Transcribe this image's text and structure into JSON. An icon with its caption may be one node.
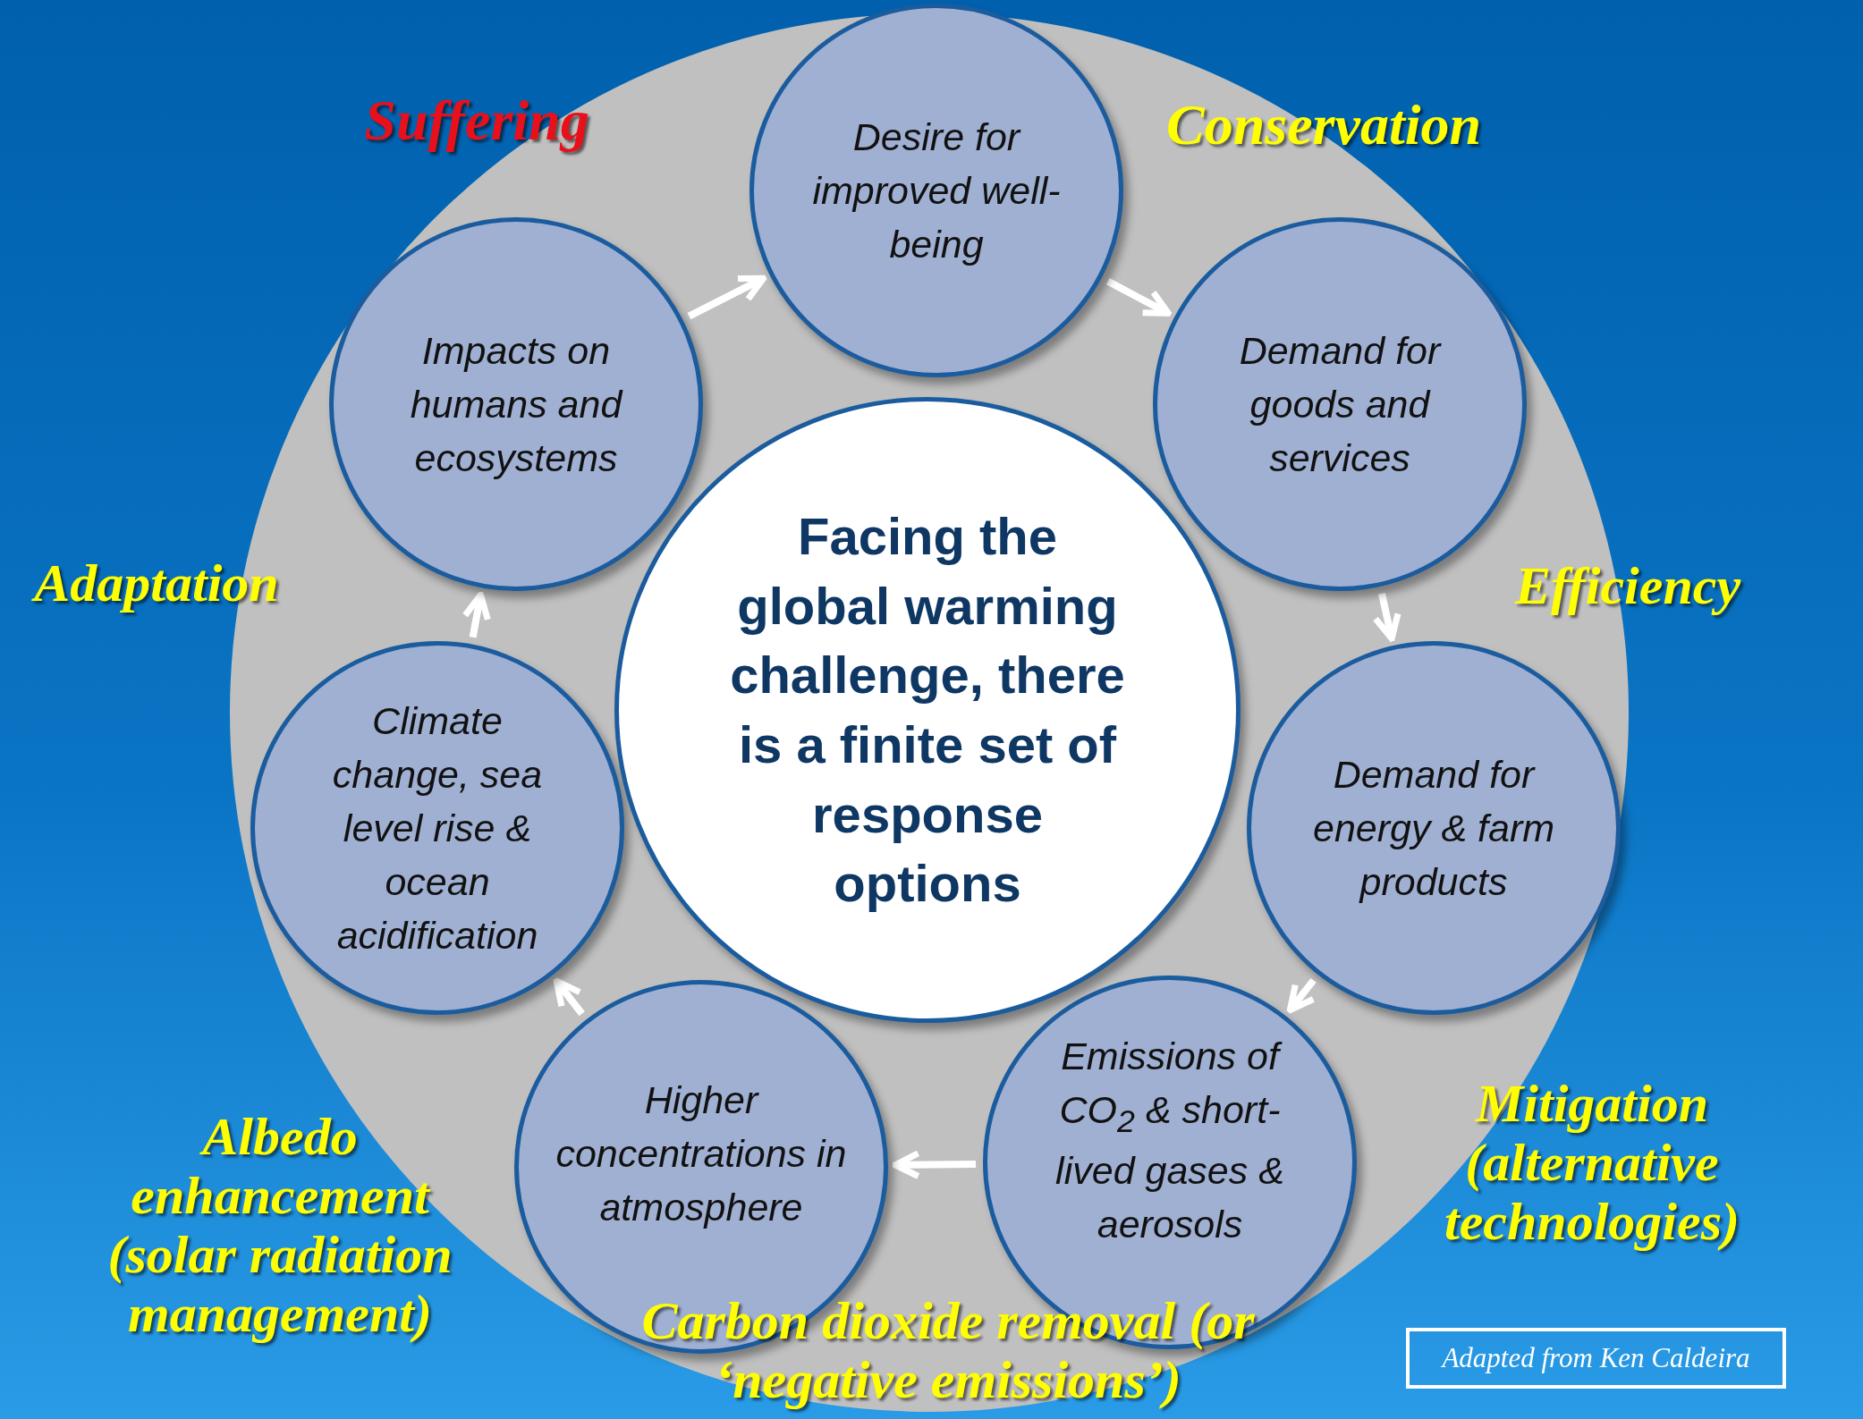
{
  "diagram": {
    "nodes": [
      {
        "text": [
          "Desire for improved well-being"
        ]
      },
      {
        "text": [
          "Demand for goods and services"
        ]
      },
      {
        "text": [
          "Demand for energy & farm products"
        ]
      },
      {
        "text": [
          "Emissions of CO$_{2}$ & short-lived gases & aerosols"
        ]
      },
      {
        "text": [
          "Higher concentrations in atmosphere"
        ]
      },
      {
        "text": [
          "Climate change, sea level rise & ocean acidification"
        ]
      },
      {
        "text": [
          "Impacts on humans and ecosystems"
        ]
      },
      {
        "text": [
          "Facing the global warming challenge, there is a finite set of response options"
        ]
      }
    ],
    "edges": [
      {
        "from": 0,
        "to": 1,
        "arrow": "to"
      },
      {
        "from": 1,
        "to": 2,
        "arrow": "to"
      },
      {
        "from": 2,
        "to": 3,
        "arrow": "to"
      },
      {
        "from": 3,
        "to": 4,
        "arrow": "to"
      },
      {
        "from": 4,
        "to": 5,
        "arrow": "to"
      },
      {
        "from": 5,
        "to": 6,
        "arrow": "to"
      },
      {
        "from": 6,
        "to": 0,
        "arrow": "to"
      }
    ],
    "labels": [
      "Suffering",
      "Conservation",
      "Adaptation",
      "Efficiency",
      "Albedo enhancement (solar radiation management)",
      "Mitigation (alternative technologies)",
      "Carbon dioxide removal (or ‘negative emissions’)",
      "Adapted from Ken Caldeira"
    ]
  }
}
